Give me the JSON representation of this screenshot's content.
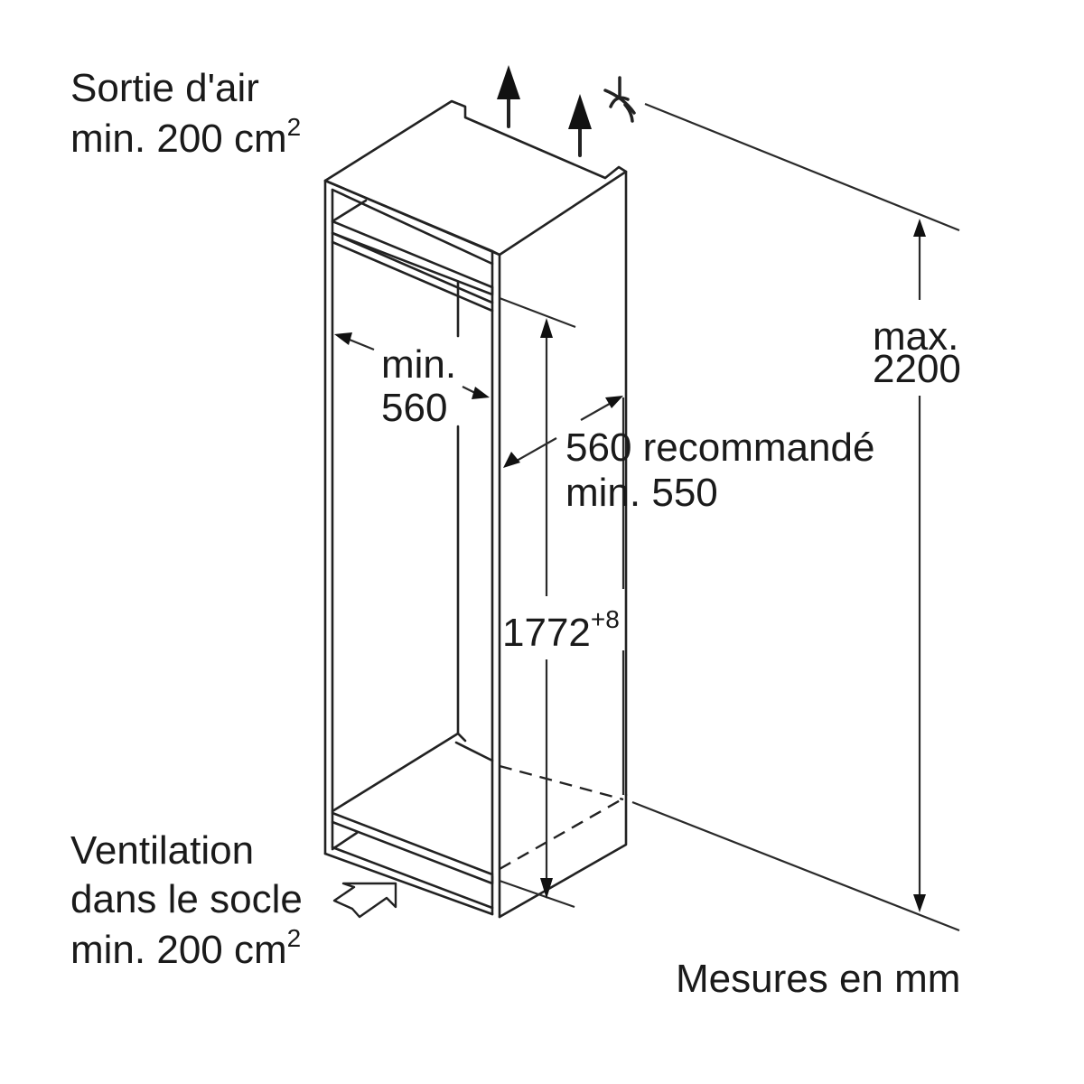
{
  "diagram": {
    "subject": "Built-in refrigerator niche installation dimensions",
    "labels": {
      "air_outlet_line1": "Sortie d'air",
      "air_outlet_line2": "min. 200 cm",
      "air_outlet_sup": "2",
      "width_min_line1": "min.",
      "width_min_line2": "560",
      "depth_line1": "560 recommandé",
      "depth_line2": "min. 550",
      "niche_height": "1772",
      "niche_height_tolerance": "+8",
      "max_height_line1": "max.",
      "max_height_line2": "2200",
      "plinth_vent_line1": "Ventilation",
      "plinth_vent_line2": "dans le socle",
      "plinth_vent_line3": "min. 200 cm",
      "plinth_vent_sup": "2",
      "units_note": "Mesures en mm"
    },
    "icons": {
      "air_out_arrows": "arrow-up-icon",
      "ceiling_symbol": "ceiling-anchor-icon",
      "plinth_inlet": "hollow-arrow-icon"
    },
    "colors": {
      "line": "#222222",
      "text": "#1a1a1a",
      "background": "#ffffff"
    }
  }
}
